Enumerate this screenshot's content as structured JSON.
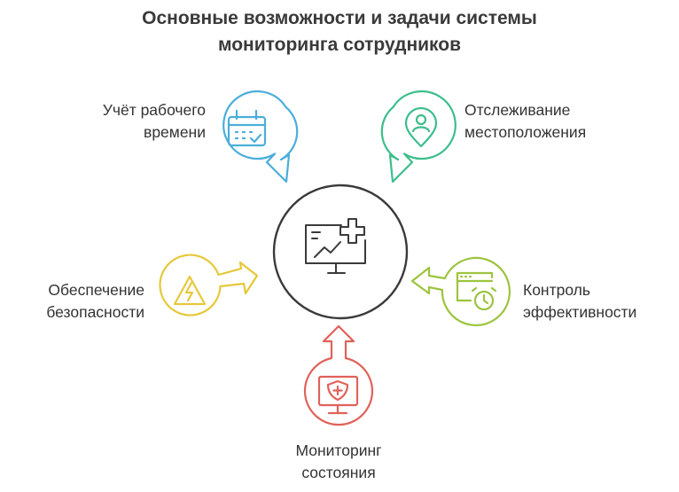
{
  "title": {
    "line1": "Основные возможности и задачи системы",
    "line2": "мониторинга сотрудников"
  },
  "center": {
    "icon": "monitor-health-icon"
  },
  "items": [
    {
      "id": "time",
      "line1": "Учёт рабочего",
      "line2": "времени",
      "color": "#4aaed9",
      "icon": "calendar-check-icon"
    },
    {
      "id": "location",
      "line1": "Отслеживание",
      "line2": "местоположения",
      "color": "#3dbe8b",
      "icon": "location-pin-user-icon"
    },
    {
      "id": "security",
      "line1": "Обеспечение",
      "line2": "безопасности",
      "color": "#e6c83a",
      "icon": "warning-bolt-icon"
    },
    {
      "id": "performance",
      "line1": "Контроль",
      "line2": "эффективности",
      "color": "#9cc43f",
      "icon": "browser-clock-icon"
    },
    {
      "id": "health",
      "line1": "Мониторинг",
      "line2": "состояния",
      "color": "#e0625a",
      "icon": "monitor-shield-icon"
    }
  ]
}
